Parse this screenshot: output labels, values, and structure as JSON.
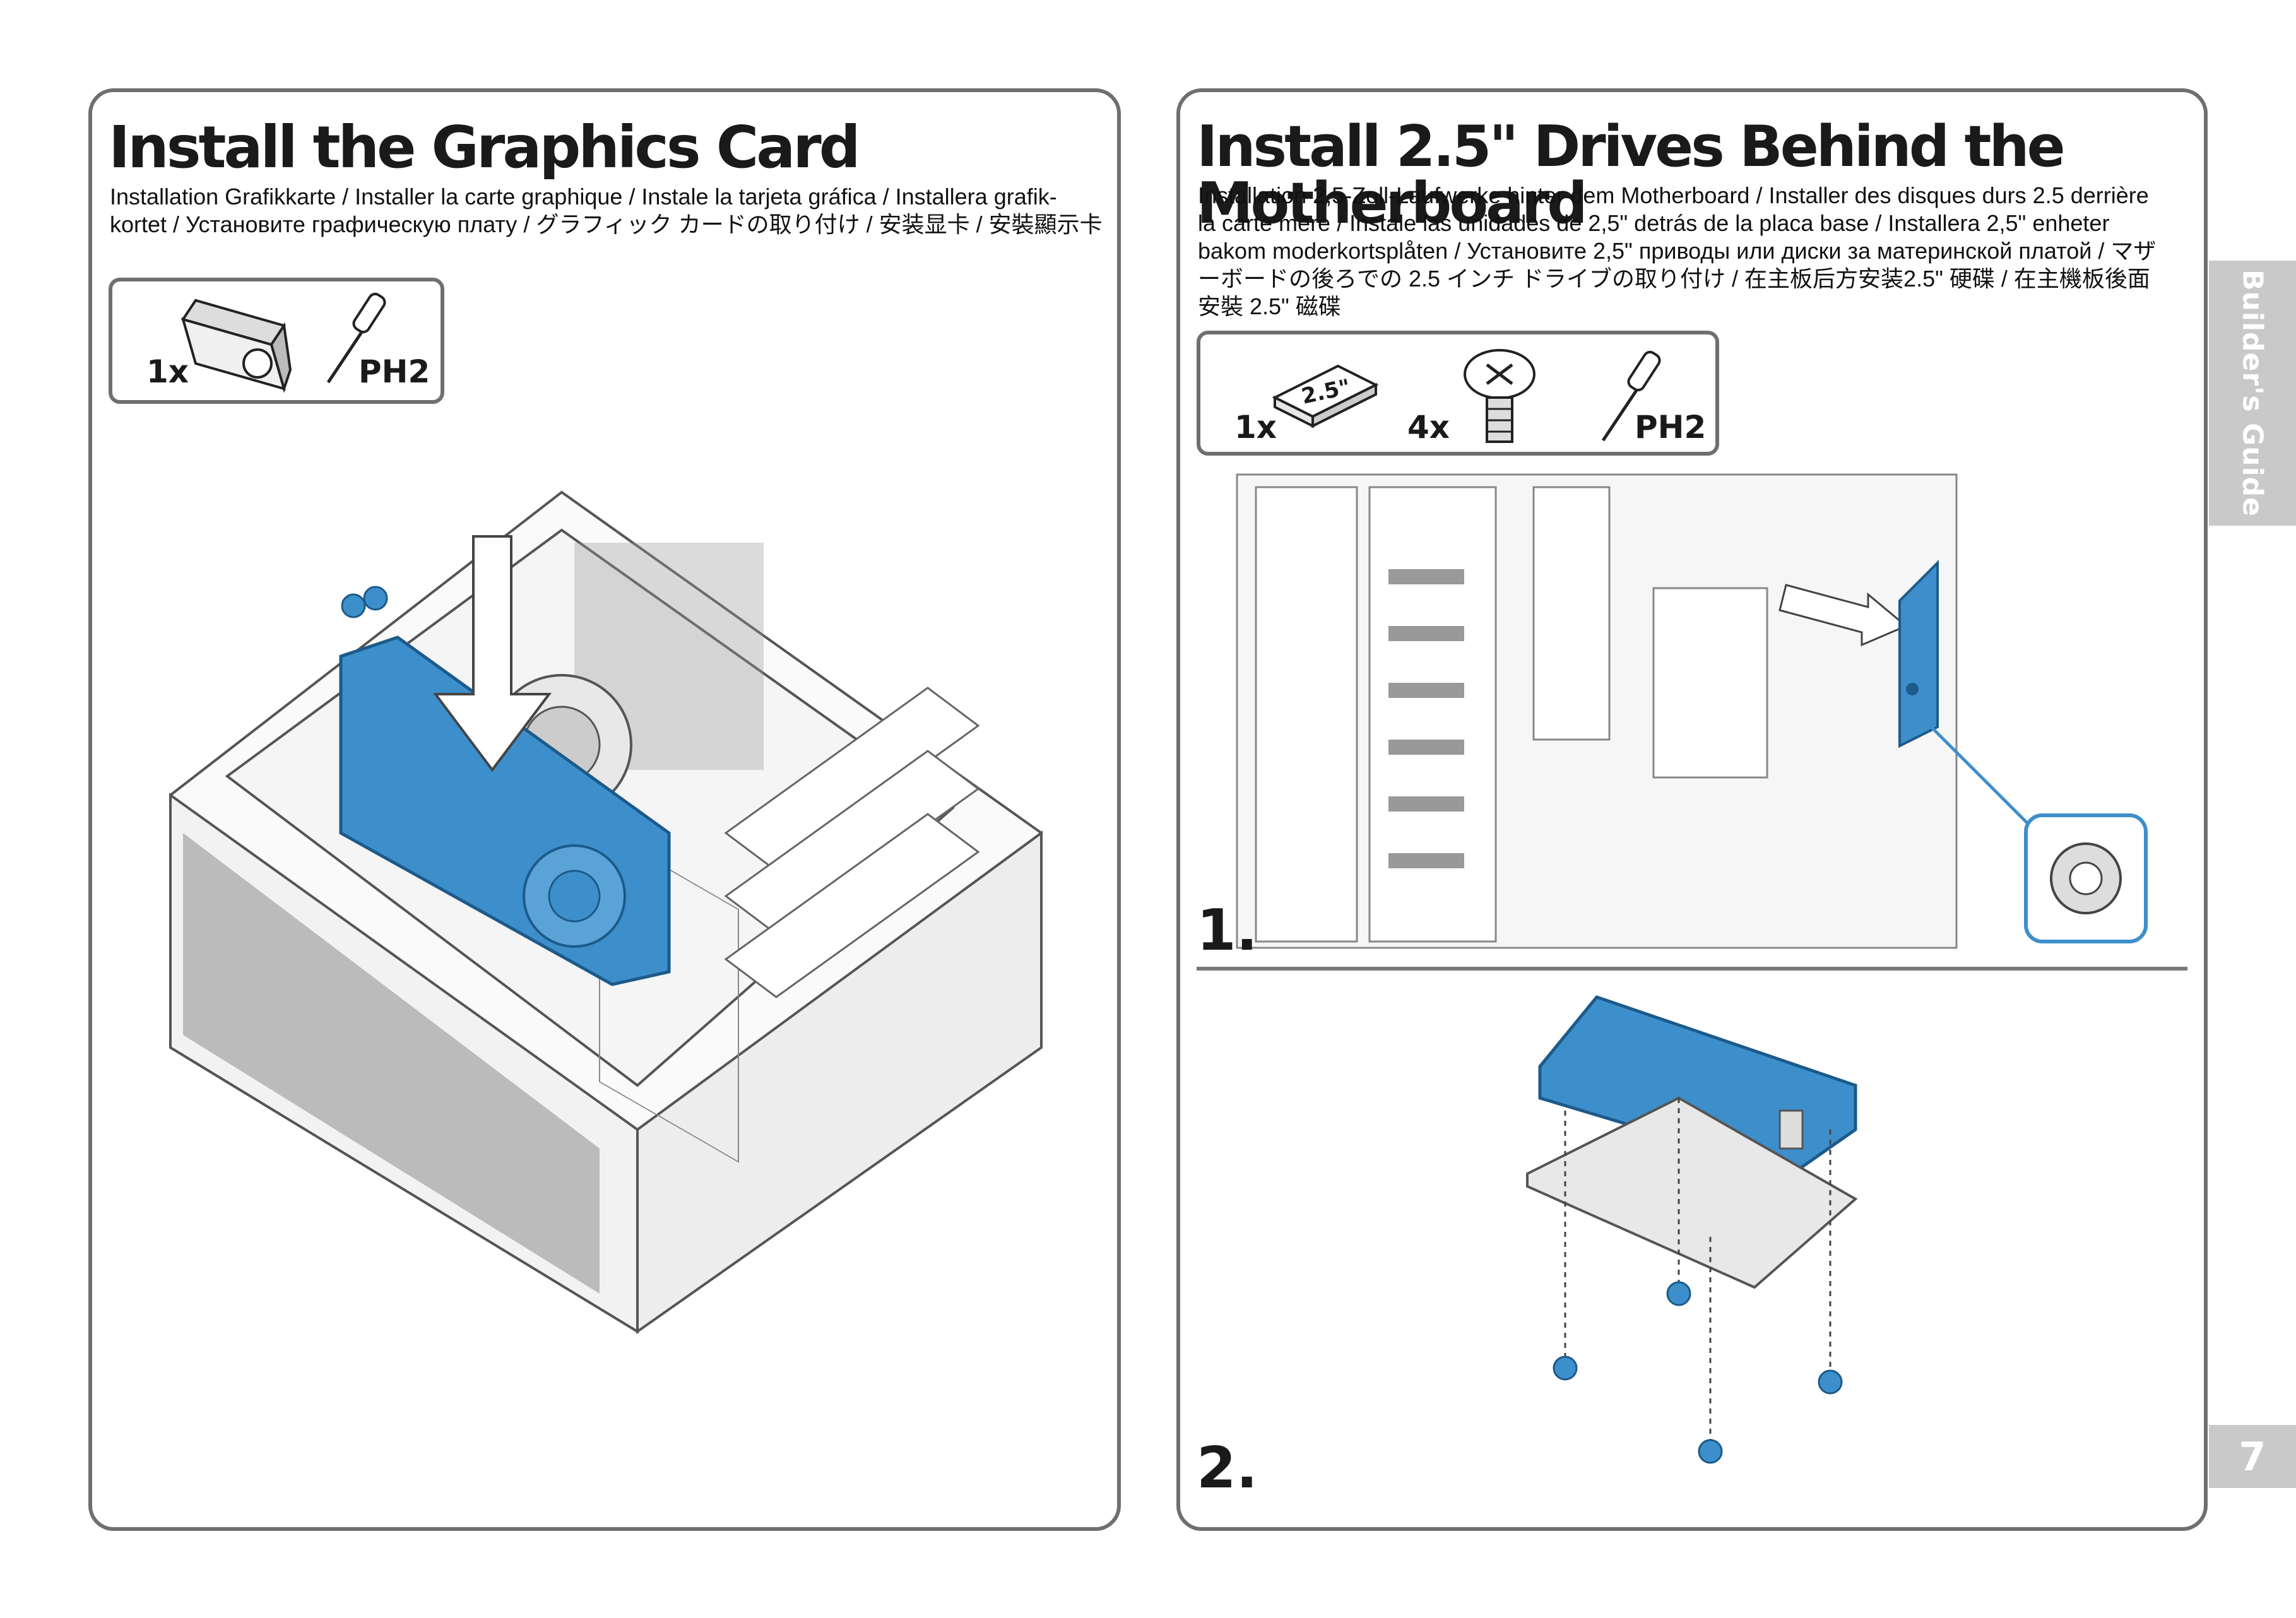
{
  "left": {
    "title": "Install the Graphics Card",
    "subtitle": "Installation Grafikkarte / Installer la carte graphique / Instale la tarjeta gráfica / Installera grafik-kortet / Установите графическую плату / グラフィック カードの取り付け / 安装显卡 / 安裝顯示卡",
    "requirements": {
      "card_qty": "1x",
      "screwdriver": "PH2"
    }
  },
  "right": {
    "title": "Install 2.5\" Drives Behind the Motherboard",
    "subtitle": "Installation 2,5-Zoll-Laufwerke hinter dem Motherboard / Installer des disques durs 2.5 derrière la carte mère / Instale las unidades de 2,5\" detrás de la placa base / Installera 2,5\" enheter bakom moderkortsplåten / Установите 2,5\" приводы или диски за материнской платой / マザーボードの後ろでの 2.5 インチ ドライブの取り付け / 在主板后方安装2.5\" 硬碟 / 在主機板後面安裝 2.5\" 磁碟",
    "requirements": {
      "drive_qty": "1x",
      "drive_label": "2.5\"",
      "screw_qty": "4x",
      "screwdriver": "PH2"
    },
    "step1": "1.",
    "step2": "2."
  },
  "side_tab": "Builder's Guide",
  "page_number": "7",
  "colors": {
    "accent_blue": "#3d8fcb",
    "frame_gray": "#6f6f6f",
    "tab_gray": "#c9c9c9"
  }
}
